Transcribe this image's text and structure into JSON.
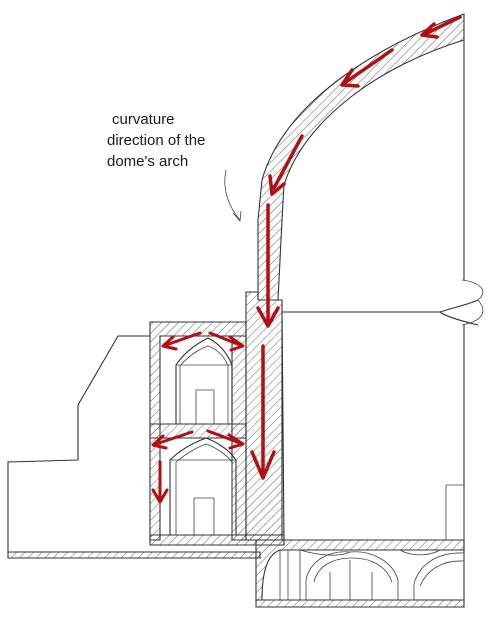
{
  "annotation": {
    "lines": [
      "curvature",
      "direction of the",
      "dome's arch"
    ]
  },
  "colors": {
    "force_arrow": "#b30e12",
    "line": "#333333",
    "background": "#ffffff"
  }
}
